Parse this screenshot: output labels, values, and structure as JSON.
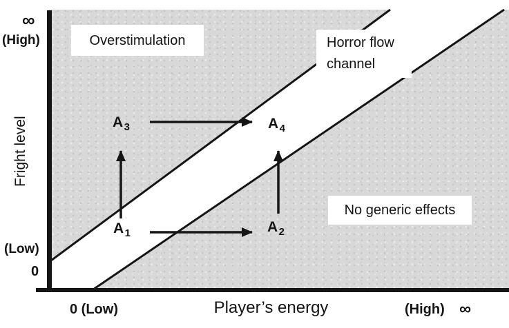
{
  "colors": {
    "plot_background": "#d8d8d8",
    "flow_band": "#ffffff",
    "ink": "#151515"
  },
  "y_axis": {
    "infinity_symbol": "∞",
    "high_label": "(High)",
    "title": "Fright level",
    "low_label": "(Low)",
    "zero_label": "0"
  },
  "x_axis": {
    "zero_low_label": "0 (Low)",
    "title": "Player’s energy",
    "high_label": "(High)",
    "infinity_symbol": "∞"
  },
  "regions": {
    "overstimulation": "Overstimulation",
    "flow_channel_line1": "Horror flow",
    "flow_channel_line2": "channel",
    "no_generic_effects": "No generic effects"
  },
  "points": [
    {
      "id": "A1",
      "main": "A",
      "sub": "1"
    },
    {
      "id": "A2",
      "main": "A",
      "sub": "2"
    },
    {
      "id": "A3",
      "main": "A",
      "sub": "3"
    },
    {
      "id": "A4",
      "main": "A",
      "sub": "4"
    }
  ]
}
